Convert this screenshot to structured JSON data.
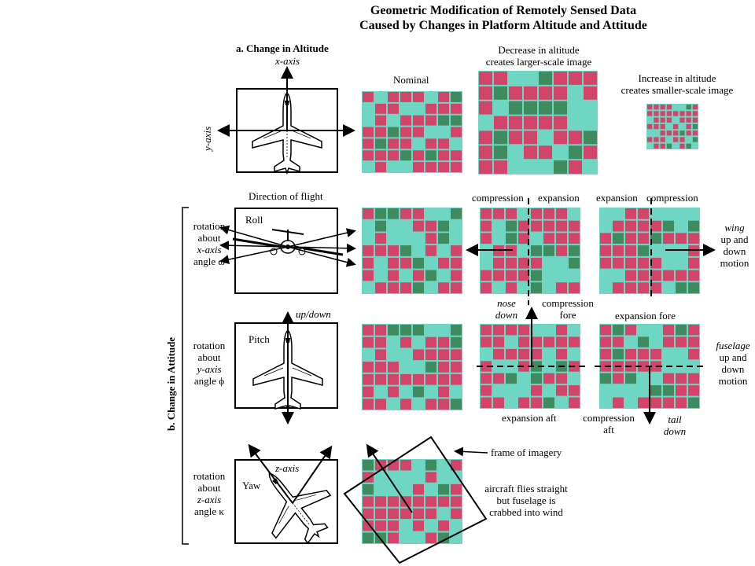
{
  "title": {
    "line1": "Geometric Modification of Remotely Sensed Data",
    "line2": "Caused by Changes in Platform Altitude and Attitude"
  },
  "section_a": {
    "heading": "a. Change in Altitude",
    "x_axis": "x-axis",
    "y_axis": "y-axis",
    "direction": "Direction of flight",
    "nominal": "Nominal",
    "decrease": [
      "Decrease in altitude",
      "creates larger-scale image"
    ],
    "increase": [
      "Increase in altitude",
      "creates smaller-scale image"
    ]
  },
  "section_b": {
    "heading": "b. Change in Attitude",
    "roll": {
      "name": "Roll",
      "desc": [
        "rotation",
        "about",
        "x-axis",
        "angle ω"
      ],
      "img2_left": "compression",
      "img2_right": "expansion",
      "img3_left": "expansion",
      "img3_right": "compression",
      "wing": [
        "wing",
        "up and",
        "down",
        "motion"
      ]
    },
    "pitch": {
      "name": "Pitch",
      "updown": "up/down",
      "desc": [
        "rotation",
        "about",
        "y-axis",
        "angle ϕ"
      ],
      "nose": [
        "nose",
        "down"
      ],
      "comp_fore": [
        "compression",
        "fore"
      ],
      "exp_fore": "expansion fore",
      "exp_aft": "expansion aft",
      "comp_aft": [
        "compression",
        "aft"
      ],
      "tail": [
        "tail",
        "down"
      ],
      "fuselage": [
        "fuselage",
        "up and",
        "down",
        "motion"
      ]
    },
    "yaw": {
      "name": "Yaw",
      "z_axis": "z-axis",
      "desc": [
        "rotation",
        "about",
        "z-axis",
        "angle κ"
      ],
      "frame": "frame of imagery",
      "crab": [
        "aircraft flies straight",
        "but fuselage is",
        "crabbed into wind"
      ]
    }
  },
  "colors": {
    "field_red": "#d2446a",
    "field_cyan": "#6fd6c4",
    "field_green": "#3f8a5e",
    "ink": "#000000"
  }
}
